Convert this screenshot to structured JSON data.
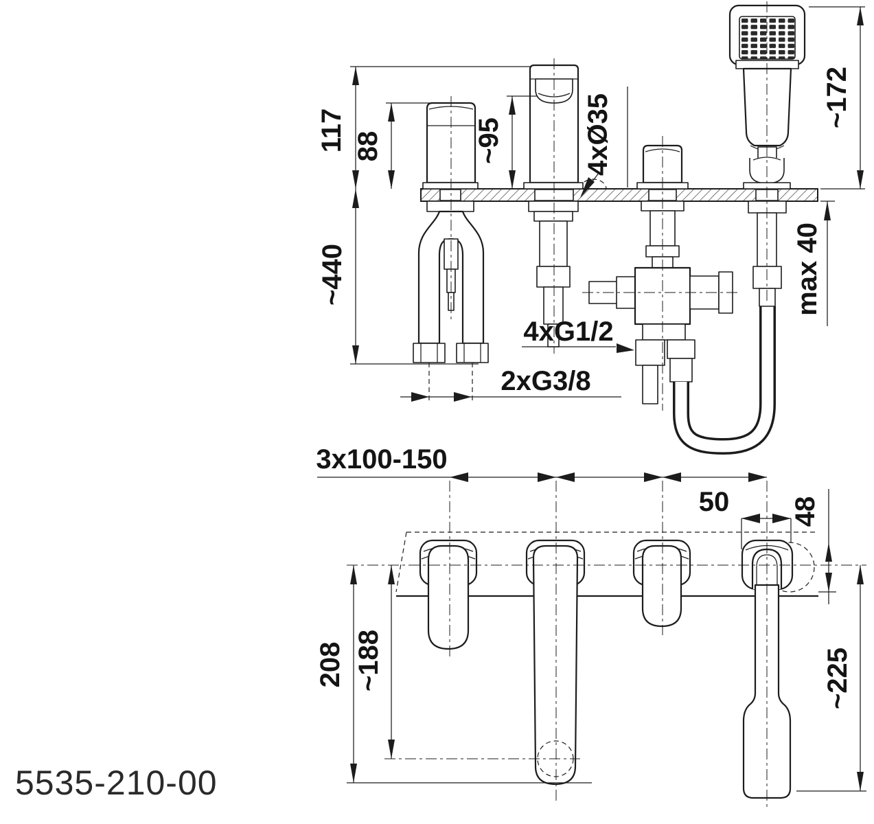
{
  "part_number": "5535-210-00",
  "colors": {
    "line": "#1c1c1c",
    "text": "#141414",
    "background": "#ffffff"
  },
  "side_view": {
    "description": "bath rim mounted 4-hole mixer, side elevation",
    "dimensions": {
      "total_height": "117",
      "handle_height": "88",
      "spout_outlet_height": "~95",
      "deck_holes": "4xØ35",
      "hand_shower_height": "~172",
      "supply_length": "~440",
      "max_deck_thickness": "max 40",
      "valve_connections": "4xG1/2",
      "supply_connections": "2xG3/8"
    }
  },
  "plan_view": {
    "description": "front elevation with handles down",
    "dimensions": {
      "hole_spacing": "3x100-150",
      "shower_hole_offset": "50",
      "shower_hole_diameter": "48",
      "spout_reach": "208",
      "spout_outlet_reach": "~188",
      "shower_reach": "~225"
    }
  }
}
